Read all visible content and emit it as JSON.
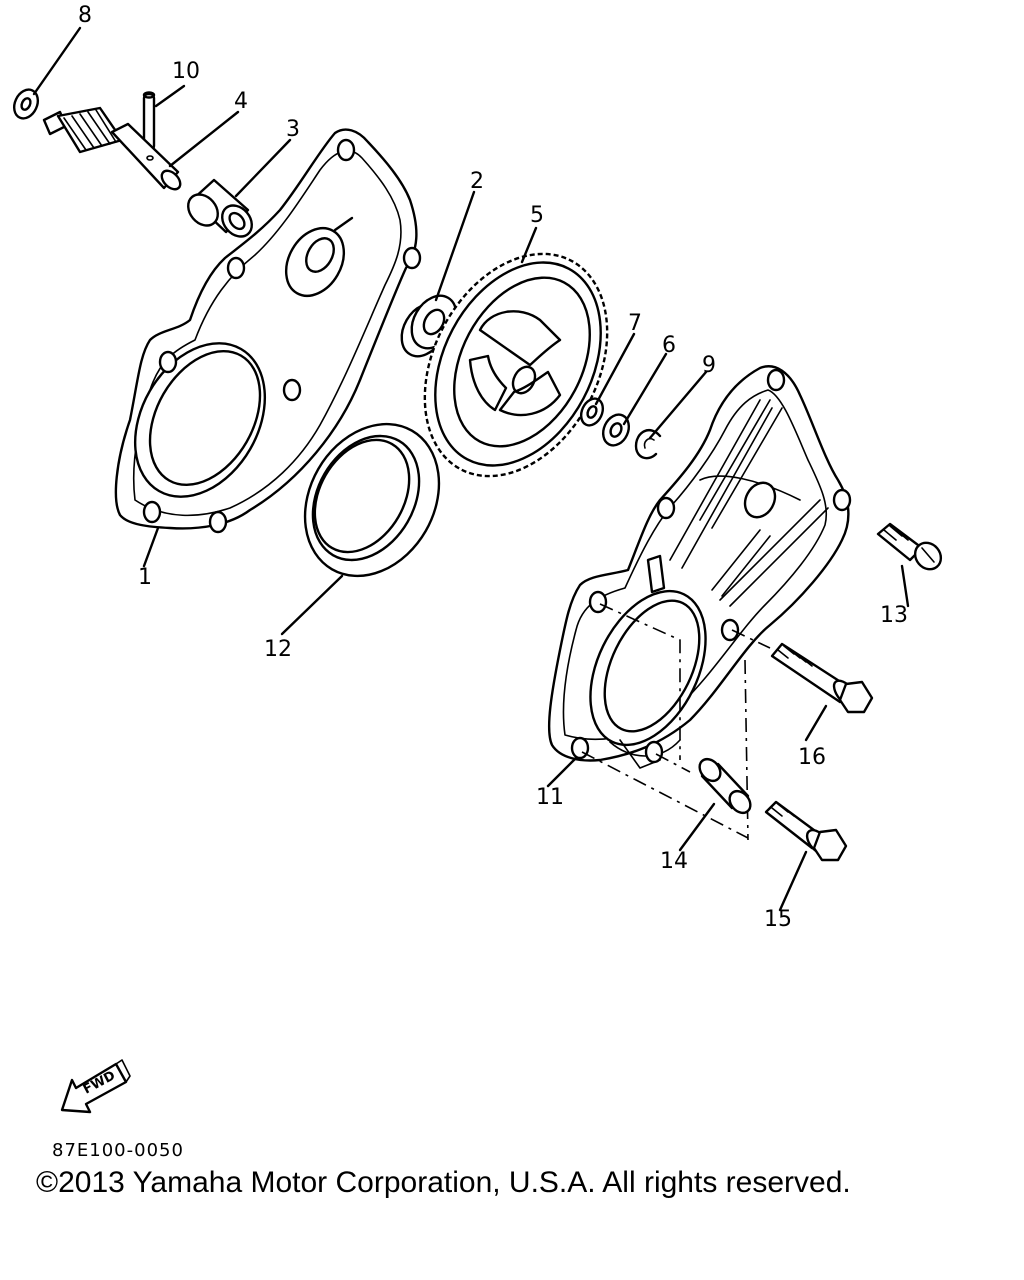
{
  "diagram": {
    "callouts": {
      "c1": "1",
      "c2": "2",
      "c3": "3",
      "c4": "4",
      "c5": "5",
      "c6": "6",
      "c7": "7",
      "c8": "8",
      "c9": "9",
      "c10": "10",
      "c11": "11",
      "c12": "12",
      "c13": "13",
      "c14": "14",
      "c15": "15",
      "c16": "16"
    },
    "fwd_label": "FWD"
  },
  "footer": {
    "code": "87E100-0050",
    "copyright": "©2013 Yamaha Motor Corporation, U.S.A. All rights reserved."
  }
}
